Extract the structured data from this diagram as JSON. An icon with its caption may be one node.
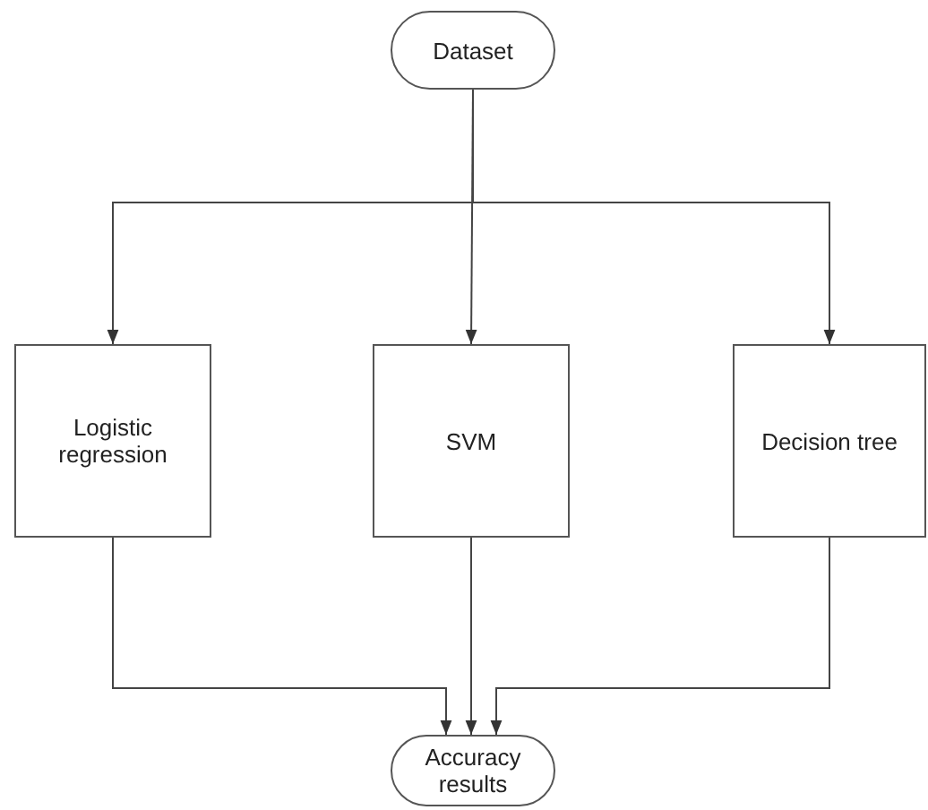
{
  "diagram": {
    "nodes": [
      {
        "text": [
          "Dataset"
        ]
      },
      {
        "text": [
          "Logistic regression"
        ]
      },
      {
        "text": [
          "SVM"
        ]
      },
      {
        "text": [
          "Decision tree"
        ]
      },
      {
        "text": [
          "Accuracy results"
        ]
      }
    ],
    "edges": [
      {
        "from": 0,
        "to": 1,
        "arrow": "to"
      },
      {
        "from": 0,
        "to": 2,
        "arrow": "to"
      },
      {
        "from": 0,
        "to": 3,
        "arrow": "to"
      },
      {
        "from": 1,
        "to": 4,
        "arrow": "to"
      },
      {
        "from": 2,
        "to": 4,
        "arrow": "to"
      },
      {
        "from": 3,
        "to": 4,
        "arrow": "to"
      }
    ]
  }
}
